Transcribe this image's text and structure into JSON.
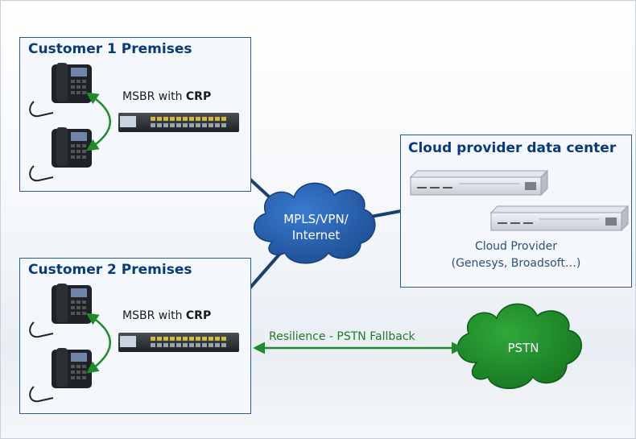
{
  "customer1": {
    "title": "Customer 1 Premises",
    "router_prefix": "MSBR with",
    "router_bold": "CRP"
  },
  "customer2": {
    "title": "Customer 2 Premises",
    "router_prefix": "MSBR with",
    "router_bold": "CRP"
  },
  "cloud_dc": {
    "title": "Cloud provider data center",
    "label_line1": "Cloud Provider",
    "label_line2": "(Genesys, Broadsoft…)"
  },
  "network_cloud": {
    "line1": "MPLS/VPN/",
    "line2": "Internet"
  },
  "pstn_cloud": {
    "label": "PSTN"
  },
  "fallback": {
    "label": "Resilience - PSTN Fallback"
  },
  "colors": {
    "box_border": "#2e5c8a",
    "title_text": "#0a3a78",
    "link_line": "#1b3f6e",
    "network_cloud": "#2460a8",
    "pstn_cloud": "#1f8a2a",
    "arrow_green": "#1f8a2a"
  }
}
